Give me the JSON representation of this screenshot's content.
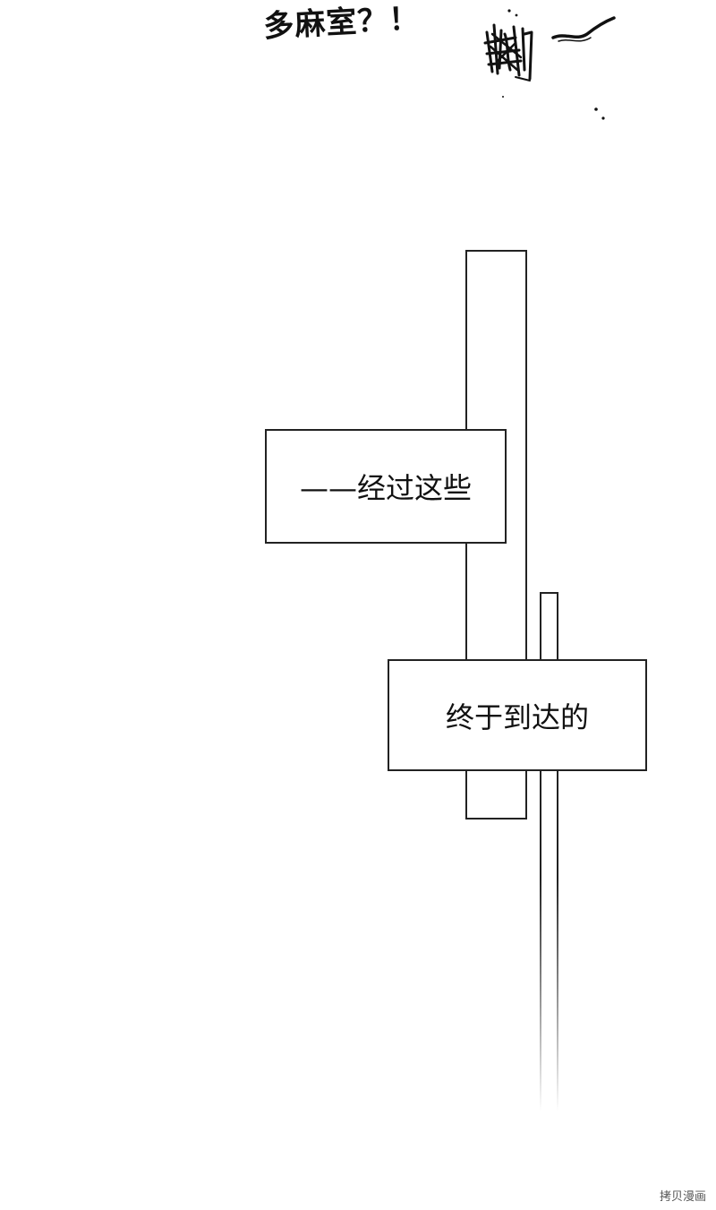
{
  "sfx": {
    "top_text": "多麻室？！"
  },
  "signs": {
    "first": "——经过这些",
    "second": "终于到达的"
  },
  "watermark": {
    "text": "拷贝漫画"
  }
}
